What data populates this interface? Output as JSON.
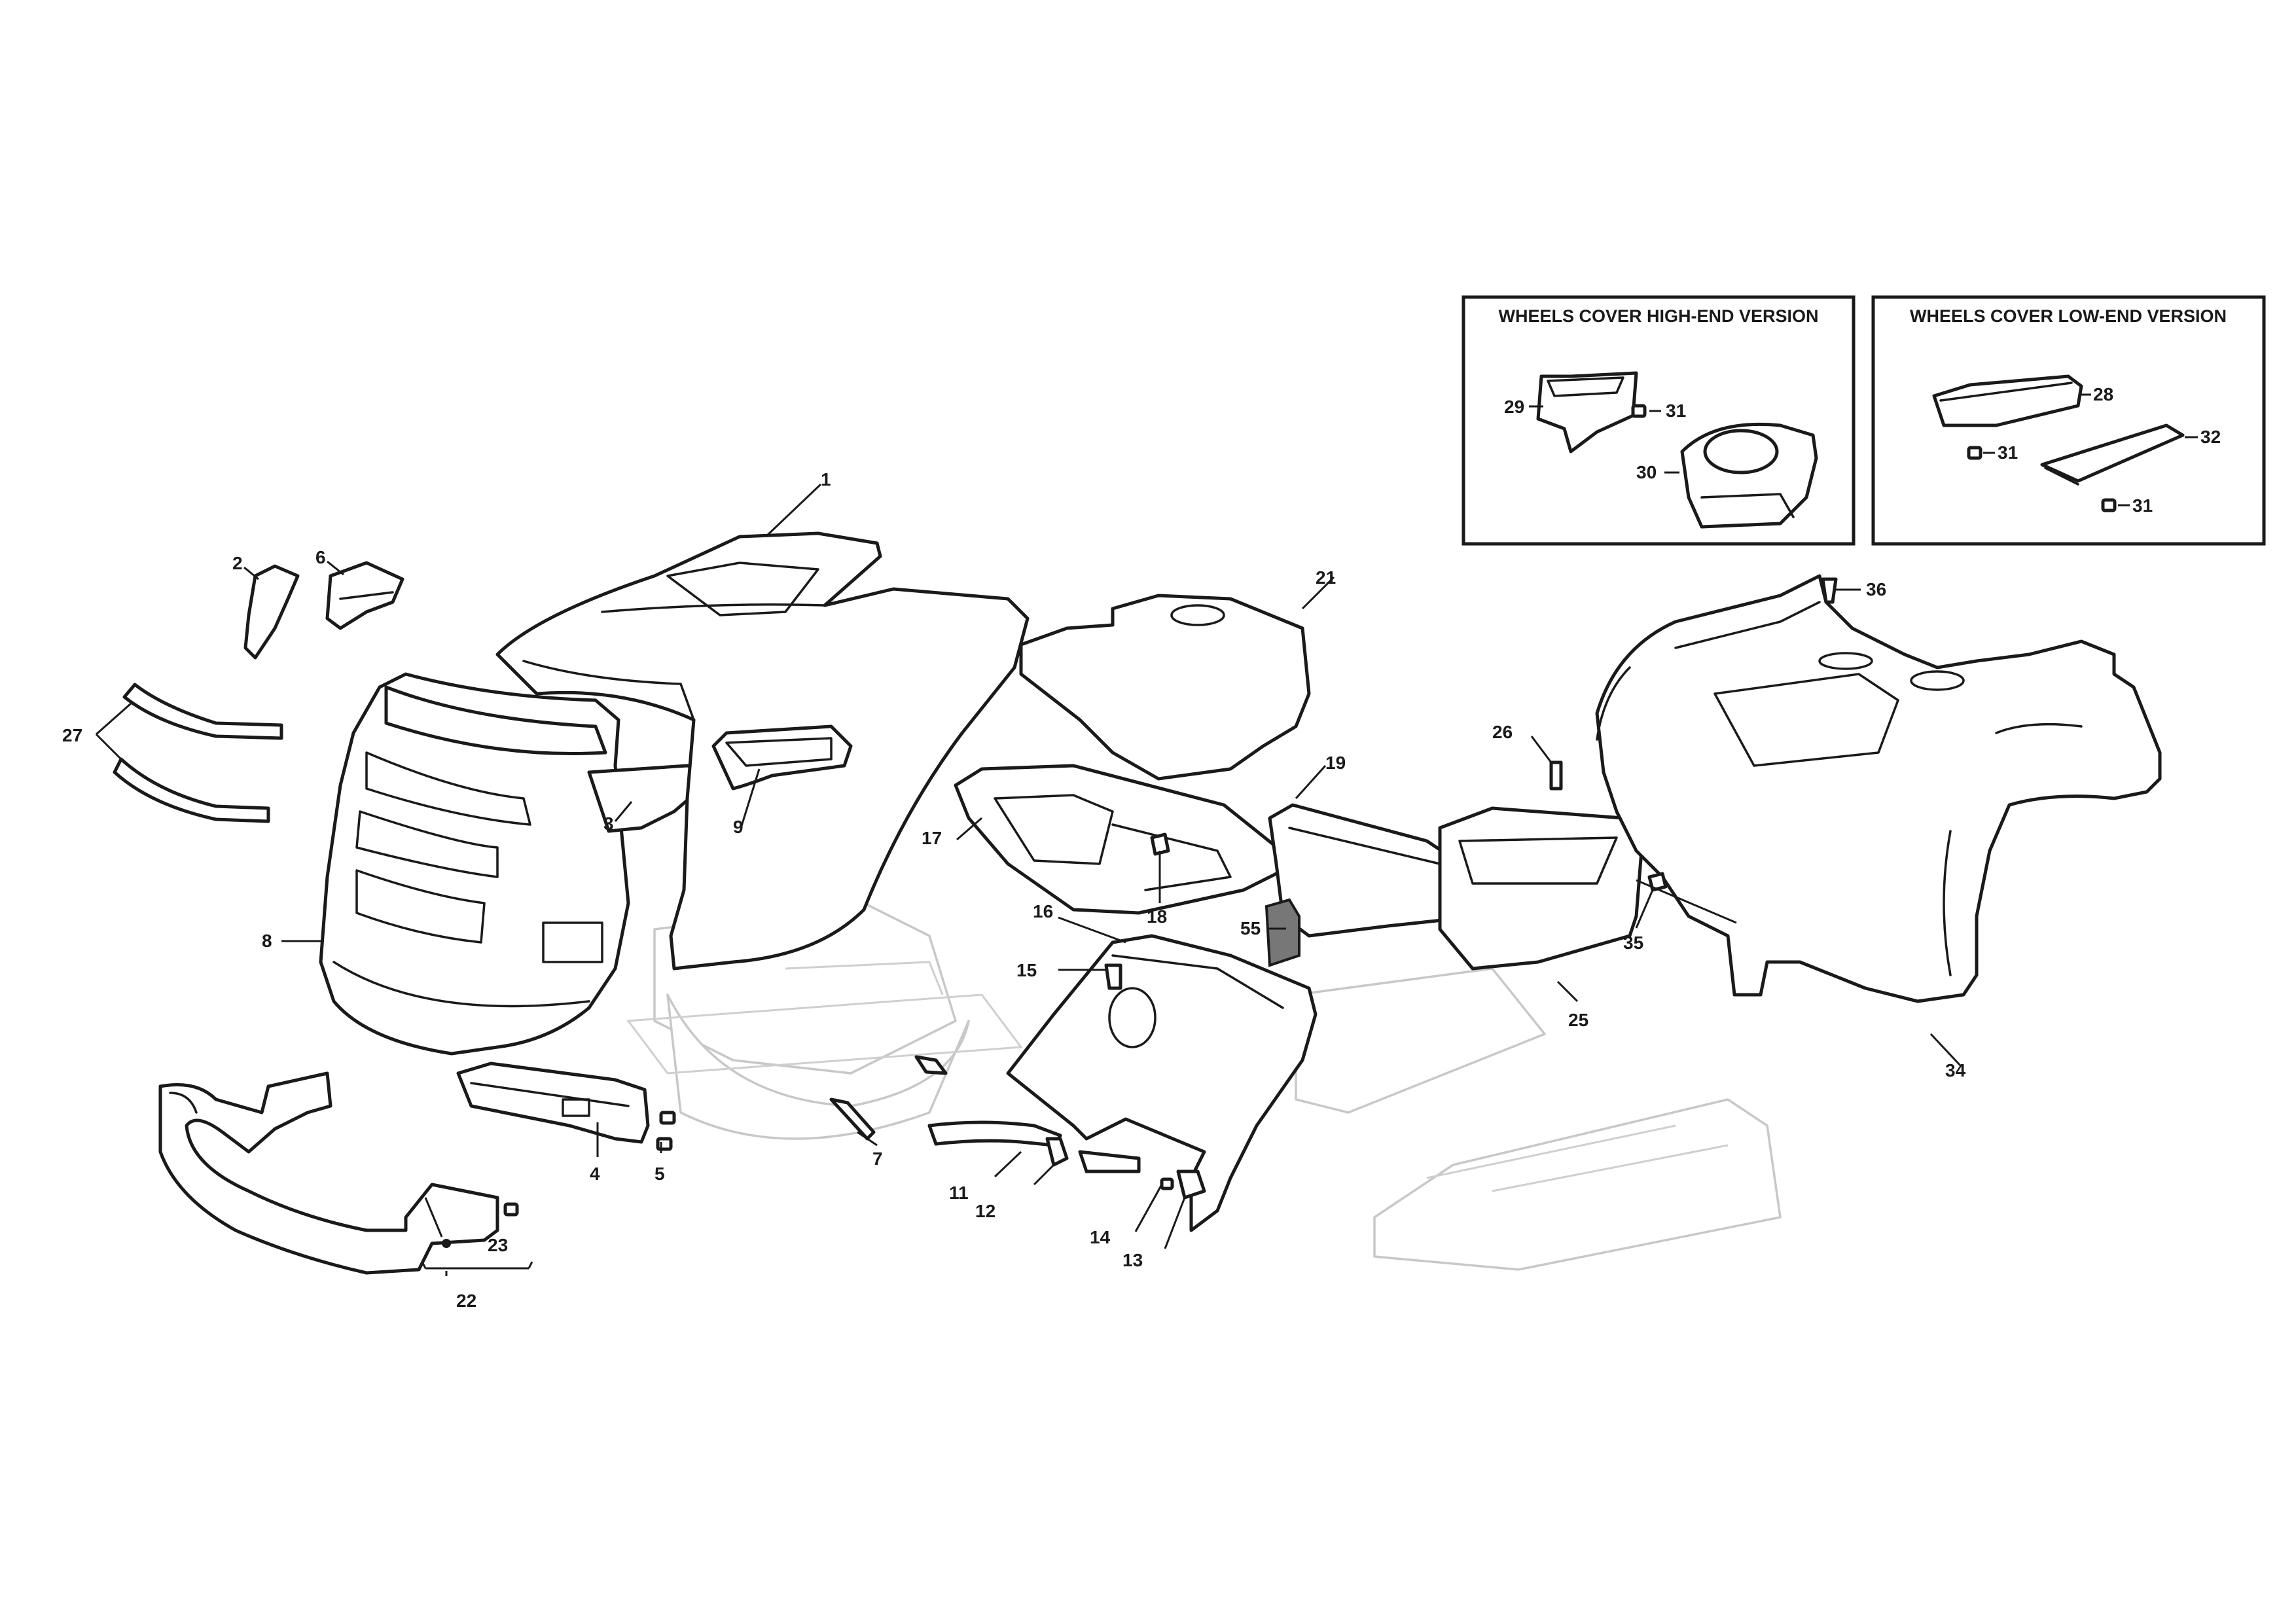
{
  "insets": {
    "high_end": {
      "title": "WHEELS COVER HIGH-END VERSION",
      "callouts": [
        "29",
        "31",
        "30"
      ]
    },
    "low_end": {
      "title": "WHEELS COVER LOW-END VERSION",
      "callouts": [
        "28",
        "31",
        "32",
        "31"
      ]
    }
  },
  "callouts": {
    "c1": "1",
    "c2": "2",
    "c3": "3",
    "c4": "4",
    "c5": "5",
    "c6": "6",
    "c7": "7",
    "c8": "8",
    "c9": "9",
    "c11": "11",
    "c12": "12",
    "c13": "13",
    "c14": "14",
    "c15": "15",
    "c16": "16",
    "c17": "17",
    "c18": "18",
    "c19": "19",
    "c21": "21",
    "c22": "22",
    "c23": "23",
    "c25": "25",
    "c26": "26",
    "c27": "27",
    "c34": "34",
    "c35": "35",
    "c36": "36",
    "c55": "55"
  },
  "colors": {
    "line": "#1a1a1a",
    "ghost": "#c8c8c8",
    "highlight": "#777777"
  }
}
